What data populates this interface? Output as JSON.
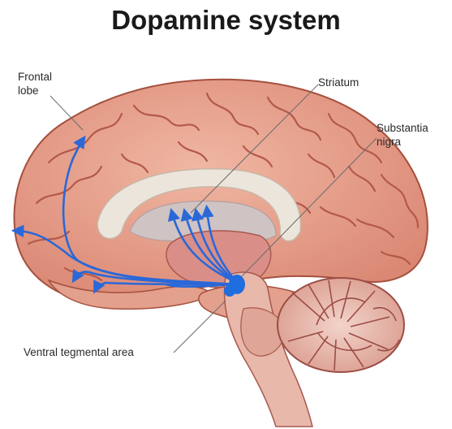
{
  "title": "Dopamine system",
  "labels": {
    "frontal_lobe": [
      "Frontal",
      "lobe"
    ],
    "striatum": "Striatum",
    "substantia_nigra": [
      "Substantia",
      "nigra"
    ],
    "ventral_tegmental_area": "Ventral tegmental area"
  },
  "colors": {
    "cortex": "#e8a58f",
    "cortex_outline": "#a5503e",
    "sulcus": "#b4594a",
    "cerebellum": "#e9bfb3",
    "cerebellum_lines": "#9c4d45",
    "corpus_callosum": "#ece5dc",
    "thalamus": "#d98f88",
    "brainstem": "#e8b8aa",
    "pathway": "#2a68d8",
    "nucleus": "#1f6ddf",
    "leader_line": "#6b6b6b"
  },
  "icons": [
    "arrow-head-icon"
  ]
}
